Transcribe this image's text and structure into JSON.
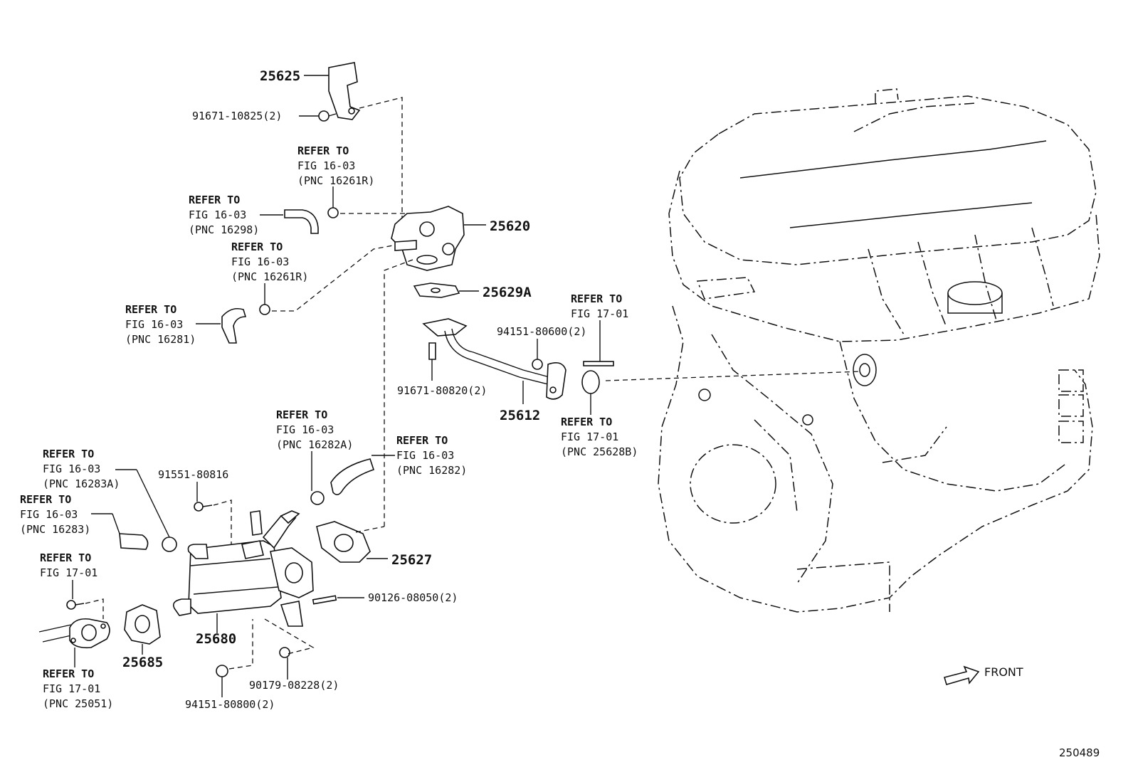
{
  "diagram": {
    "part_numbers": {
      "p25625": "25625",
      "p25620": "25620",
      "p25629A": "25629A",
      "p25612": "25612",
      "p25627": "25627",
      "p25680": "25680",
      "p25685": "25685"
    },
    "fasteners": {
      "f91671_10825": "91671-10825(2)",
      "f94151_80600": "94151-80600(2)",
      "f91671_80820": "91671-80820(2)",
      "f91551_80816": "91551-80816",
      "f90126_08050": "90126-08050(2)",
      "f90179_08228": "90179-08228(2)",
      "f94151_80800": "94151-80800(2)"
    },
    "refs": {
      "r1": {
        "l1": "REFER TO",
        "l2": "FIG 16-03",
        "l3": "(PNC 16261R)"
      },
      "r2": {
        "l1": "REFER TO",
        "l2": "FIG 16-03",
        "l3": "(PNC 16298)"
      },
      "r3": {
        "l1": "REFER TO",
        "l2": "FIG 16-03",
        "l3": "(PNC 16261R)"
      },
      "r4": {
        "l1": "REFER TO",
        "l2": "FIG 16-03",
        "l3": "(PNC 16281)"
      },
      "r5": {
        "l1": "REFER TO",
        "l2": "FIG 17-01"
      },
      "r6": {
        "l1": "REFER TO",
        "l2": "FIG 17-01",
        "l3": "(PNC 25628B)"
      },
      "r7": {
        "l1": "REFER TO",
        "l2": "FIG 16-03",
        "l3": "(PNC 16282A)"
      },
      "r8": {
        "l1": "REFER TO",
        "l2": "FIG 16-03",
        "l3": "(PNC 16282)"
      },
      "r9": {
        "l1": "REFER TO",
        "l2": "FIG 16-03",
        "l3": "(PNC 16283A)"
      },
      "r10": {
        "l1": "REFER TO",
        "l2": "FIG 16-03",
        "l3": "(PNC 16283)"
      },
      "r11": {
        "l1": "REFER TO",
        "l2": "FIG 17-01"
      },
      "r12": {
        "l1": "REFER TO",
        "l2": "FIG 17-01",
        "l3": "(PNC 25051)"
      }
    },
    "front_label": "FRONT",
    "figure_id": "250489"
  }
}
